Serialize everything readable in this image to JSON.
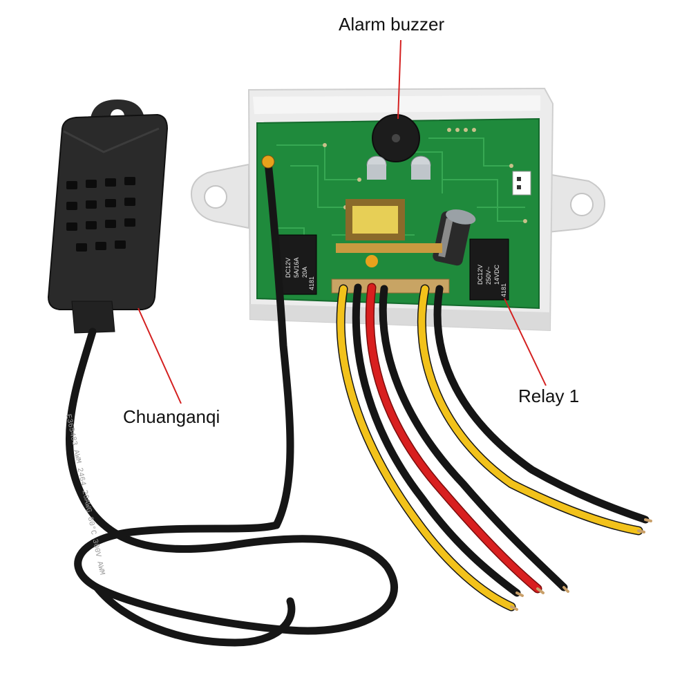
{
  "callouts": {
    "buzzer": "Alarm buzzer",
    "sensor": "Chuanganqi",
    "relay": "Relay 1"
  },
  "relay_markings": {
    "rating": "20A",
    "dc": "DC12V",
    "amps": "5A/16A",
    "vac": "250V~",
    "vdc": "14VDC",
    "model": "4181"
  },
  "cable_print": "E365483 AWM 2464 26AWG 80°C 300V AWM",
  "colors": {
    "leader_line": "#d42020",
    "pcb": "#1f8a3c",
    "enclosure": "#e9e9e9",
    "sensor_body": "#2a2a2a",
    "wire_yellow": "#f2c21b",
    "wire_red": "#d81f1f",
    "wire_black": "#151515"
  }
}
